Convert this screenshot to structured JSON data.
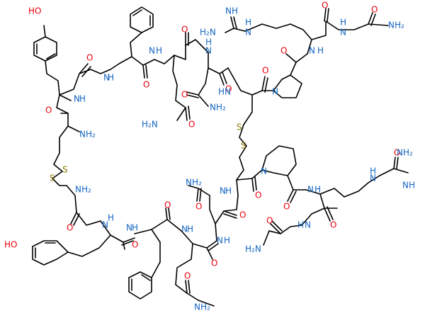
{
  "colors": {
    "bond": "#000000",
    "O": "#e8000b",
    "N": "#1565c0",
    "S": "#8c7a00",
    "C": "#000000"
  },
  "atoms": [
    {
      "id": "ho1",
      "label": "HO",
      "el": "O"
    },
    {
      "id": "ho2",
      "label": "HO",
      "el": "O"
    },
    {
      "id": "o1",
      "label": "O",
      "el": "O"
    },
    {
      "id": "o2",
      "label": "O",
      "el": "O"
    },
    {
      "id": "o3",
      "label": "O",
      "el": "O"
    },
    {
      "id": "o4",
      "label": "O",
      "el": "O"
    },
    {
      "id": "o5",
      "label": "O",
      "el": "O"
    },
    {
      "id": "o6",
      "label": "O",
      "el": "O"
    },
    {
      "id": "o7",
      "label": "O",
      "el": "O"
    },
    {
      "id": "o8",
      "label": "O",
      "el": "O"
    },
    {
      "id": "o9",
      "label": "O",
      "el": "O"
    },
    {
      "id": "o10",
      "label": "O",
      "el": "O"
    },
    {
      "id": "o11",
      "label": "O",
      "el": "O"
    },
    {
      "id": "o12",
      "label": "O",
      "el": "O"
    },
    {
      "id": "o13",
      "label": "O",
      "el": "O"
    },
    {
      "id": "o14",
      "label": "O",
      "el": "O"
    },
    {
      "id": "o15",
      "label": "O",
      "el": "O"
    },
    {
      "id": "o16",
      "label": "O",
      "el": "O"
    },
    {
      "id": "o17",
      "label": "O",
      "el": "O"
    },
    {
      "id": "o18",
      "label": "O",
      "el": "O"
    },
    {
      "id": "o19",
      "label": "O",
      "el": "O"
    },
    {
      "id": "o20",
      "label": "O",
      "el": "O"
    },
    {
      "id": "o21",
      "label": "O",
      "el": "O"
    },
    {
      "id": "o22",
      "label": "O",
      "el": "O"
    },
    {
      "id": "o23",
      "label": "O",
      "el": "O"
    },
    {
      "id": "nh2_top_gua",
      "label": "H₂N",
      "el": "N"
    },
    {
      "id": "nh_top_gua_imine",
      "label": "NH",
      "el": "N"
    },
    {
      "id": "h_top_gua",
      "label": "H",
      "el": "N"
    },
    {
      "id": "n_top_gua",
      "label": "N",
      "el": "N"
    },
    {
      "id": "nh2_top_gly",
      "label": "NH₂",
      "el": "N"
    },
    {
      "id": "h_top_gly",
      "label": "H",
      "el": "N"
    },
    {
      "id": "n_top_gly",
      "label": "N",
      "el": "N"
    },
    {
      "id": "n_top_arg",
      "label": "N",
      "el": "N"
    },
    {
      "id": "h_top_arg",
      "label": "H",
      "el": "N"
    },
    {
      "id": "n_top_gln",
      "label": "N",
      "el": "N"
    },
    {
      "id": "h_top_gln",
      "label": "H",
      "el": "N"
    },
    {
      "id": "n_top_asn",
      "label": "N",
      "el": "N"
    },
    {
      "id": "h_top_asn",
      "label": "H",
      "el": "N"
    },
    {
      "id": "nh2_top_asn",
      "label": "NH₂",
      "el": "N"
    },
    {
      "id": "hn_top_cys",
      "label": "HN",
      "el": "N"
    },
    {
      "id": "n_top_pro",
      "label": "N",
      "el": "N"
    },
    {
      "id": "h_top_phe",
      "label": "H",
      "el": "N"
    },
    {
      "id": "n_top_phe",
      "label": "N",
      "el": "N"
    },
    {
      "id": "h2n_top_gln",
      "label": "H₂N",
      "el": "N"
    },
    {
      "id": "h_top_tyr",
      "label": "H",
      "el": "N"
    },
    {
      "id": "n_top_tyr",
      "label": "N",
      "el": "N"
    },
    {
      "id": "nh2_top_cys",
      "label": "NH₂",
      "el": "N"
    },
    {
      "id": "nh2_bot_cys",
      "label": "NH₂",
      "el": "N"
    },
    {
      "id": "h_bot_tyr",
      "label": "H",
      "el": "N"
    },
    {
      "id": "n_bot_tyr",
      "label": "N",
      "el": "N"
    },
    {
      "id": "n_bot_phe",
      "label": "N",
      "el": "N"
    },
    {
      "id": "h_bot_phe",
      "label": "H",
      "el": "N"
    },
    {
      "id": "n_bot_gln",
      "label": "N",
      "el": "N"
    },
    {
      "id": "h_bot_gln",
      "label": "H",
      "el": "N"
    },
    {
      "id": "nh2_bot_asn",
      "label": "NH₂",
      "el": "N"
    },
    {
      "id": "n_bot_asn",
      "label": "N",
      "el": "N"
    },
    {
      "id": "h_bot_asn",
      "label": "H",
      "el": "N"
    },
    {
      "id": "n_bot_cys",
      "label": "N",
      "el": "N"
    },
    {
      "id": "h_bot_cys",
      "label": "H",
      "el": "N"
    },
    {
      "id": "n_bot_pro",
      "label": "N",
      "el": "N"
    },
    {
      "id": "nh_bot_gua_imine",
      "label": "NH₂",
      "el": "N"
    },
    {
      "id": "h_bot_gua",
      "label": "H",
      "el": "N"
    },
    {
      "id": "n_bot_gua",
      "label": "N",
      "el": "N"
    },
    {
      "id": "nh_bot_gua2",
      "label": "NH",
      "el": "N"
    },
    {
      "id": "h_bot_arg",
      "label": "H",
      "el": "N"
    },
    {
      "id": "n_bot_arg",
      "label": "N",
      "el": "N"
    },
    {
      "id": "n_bot_gly",
      "label": "N",
      "el": "N"
    },
    {
      "id": "h_bot_gly",
      "label": "H",
      "el": "N"
    },
    {
      "id": "h2n_bot_gly",
      "label": "H₂N",
      "el": "N"
    },
    {
      "id": "nh2_bot_gln",
      "label": "NH₂",
      "el": "N"
    },
    {
      "id": "s1",
      "label": "S",
      "el": "S"
    },
    {
      "id": "s2",
      "label": "S",
      "el": "S"
    },
    {
      "id": "s3",
      "label": "S",
      "el": "S"
    },
    {
      "id": "s4",
      "label": "S",
      "el": "S"
    }
  ]
}
